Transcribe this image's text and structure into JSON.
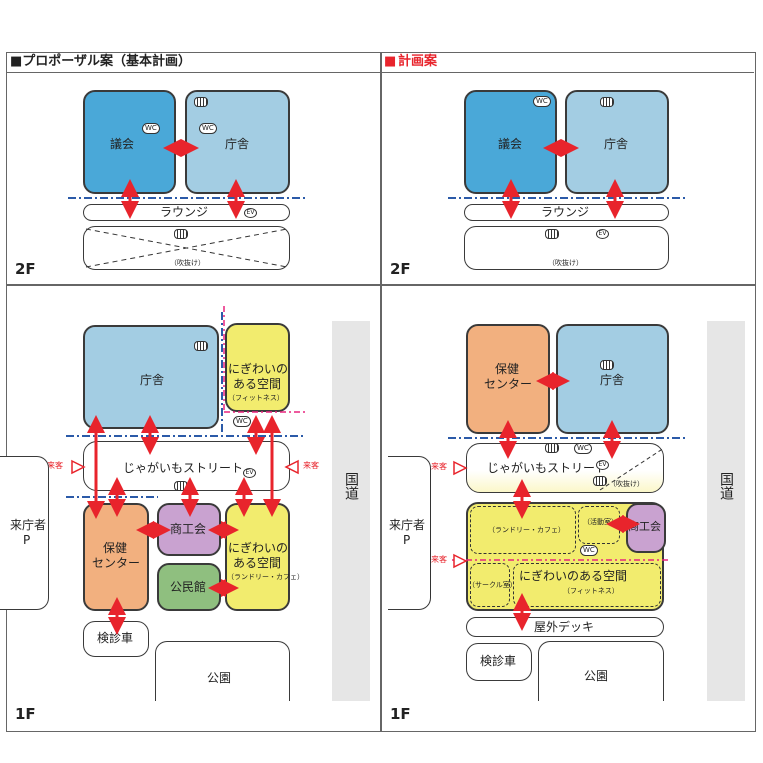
{
  "headers": {
    "left": "■プロポーザル案（基本計画）",
    "right_mark": "■",
    "right": "計画案"
  },
  "floors": {
    "f2": "2F",
    "f1": "1F"
  },
  "left_2f": {
    "assembly": "議会",
    "office": "庁舎",
    "lounge": "ラウンジ",
    "void": "（吹抜け）",
    "wc": "WC",
    "ev": "EV"
  },
  "right_2f": {
    "assembly": "議会",
    "office": "庁舎",
    "lounge": "ラウンジ",
    "void": "（吹抜け）",
    "wc": "WC",
    "ev": "EV"
  },
  "left_1f": {
    "office": "庁舎",
    "nigiwai_top_1": "にぎわいの",
    "nigiwai_top_2": "ある空間",
    "nigiwai_top_3": "（フィットネス）",
    "street": "じゃがいもストリート",
    "visitor_left": "来客",
    "visitor_right": "来客",
    "health_1": "保健",
    "health_2": "センター",
    "commerce": "商工会",
    "community": "公民館",
    "nigiwai_bot_1": "にぎわいの",
    "nigiwai_bot_2": "ある空間",
    "nigiwai_bot_3": "（ランドリー・カフェ）",
    "exam_car": "検診車",
    "park": "公園",
    "parking_1": "来庁者",
    "parking_2": "P",
    "road": "国道",
    "wc": "WC",
    "ev": "EV"
  },
  "right_1f": {
    "health_1": "保健",
    "health_2": "センター",
    "office": "庁舎",
    "street": "じゃがいもストリート",
    "void": "（吹抜け）",
    "laundry": "（ランドリー・カフェ）",
    "activity": "（活動室）",
    "commerce": "商工会",
    "circle": "（サークル室）",
    "nigiwai": "にぎわいのある空間",
    "fitness": "（フィットネス）",
    "deck": "屋外デッキ",
    "exam_car": "検診車",
    "park": "公園",
    "parking_1": "来庁者",
    "parking_2": "P",
    "visitor_top": "来客",
    "visitor_bot": "来客",
    "road": "国道",
    "wc": "WC",
    "ev": "EV"
  },
  "colors": {
    "assembly": "#4aa8d8",
    "office": "#a3cde3",
    "health": "#f2b07f",
    "commerce": "#c9a2d0",
    "community": "#8fbf7f",
    "nigiwai": "#f2ec6e",
    "road": "#e6e6e6",
    "arrow": "#e8242c",
    "line_blue": "#2b5aa8"
  }
}
